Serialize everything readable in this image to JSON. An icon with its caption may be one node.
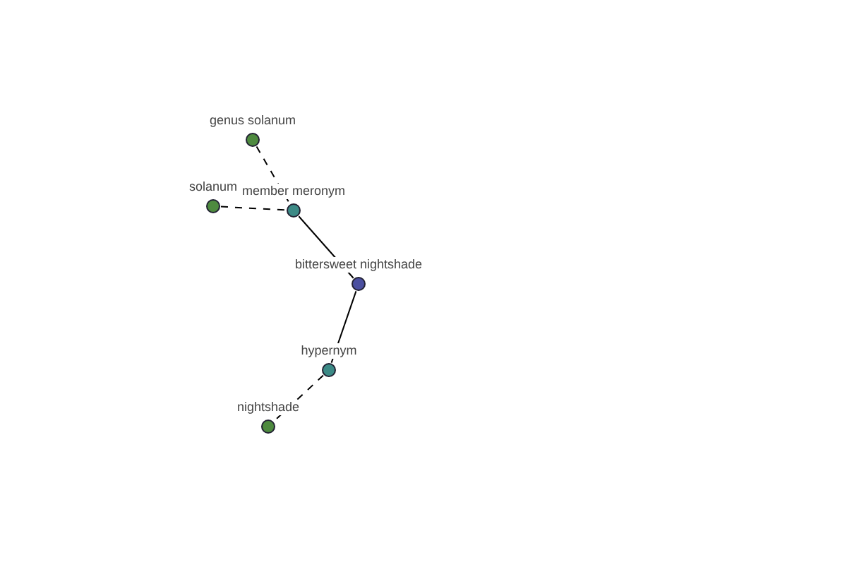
{
  "diagram": {
    "nodes": [
      {
        "text": [
          "genus solanum"
        ]
      },
      {
        "text": [
          "solanum"
        ]
      },
      {
        "text": [
          "member meronym"
        ]
      },
      {
        "text": [
          "bittersweet nightshade"
        ]
      },
      {
        "text": [
          "hypernym"
        ]
      },
      {
        "text": [
          "nightshade"
        ]
      }
    ],
    "edges": [
      {
        "from": 0,
        "to": 2,
        "arrow": "none",
        "style": "dashed"
      },
      {
        "from": 1,
        "to": 2,
        "arrow": "none",
        "style": "dashed"
      },
      {
        "from": 2,
        "to": 3,
        "arrow": "none"
      },
      {
        "from": 3,
        "to": 4,
        "arrow": "none"
      },
      {
        "from": 4,
        "to": 5,
        "arrow": "none",
        "style": "dashed"
      }
    ]
  }
}
